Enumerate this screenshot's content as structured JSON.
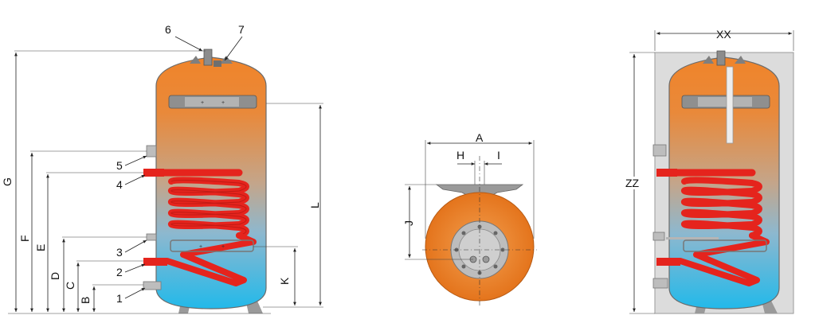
{
  "labels": {
    "callouts": [
      "1",
      "2",
      "3",
      "4",
      "5",
      "6",
      "7"
    ],
    "left_dims": [
      "B",
      "C",
      "D",
      "E",
      "F",
      "G"
    ],
    "height_dims": [
      "K",
      "L"
    ],
    "front": [
      "A",
      "H",
      "I",
      "J"
    ],
    "jacket": [
      "XX",
      "ZZ"
    ]
  },
  "colors": {
    "tank_top": "#f0842a",
    "tank_mid": "#c9a27a",
    "tank_bottom": "#2fbbe8",
    "coil": "#e5241d",
    "coil_dark": "#a8140f",
    "metal": "#9a9a9a",
    "jacket": "#dcdcdc",
    "line": "#222222"
  }
}
